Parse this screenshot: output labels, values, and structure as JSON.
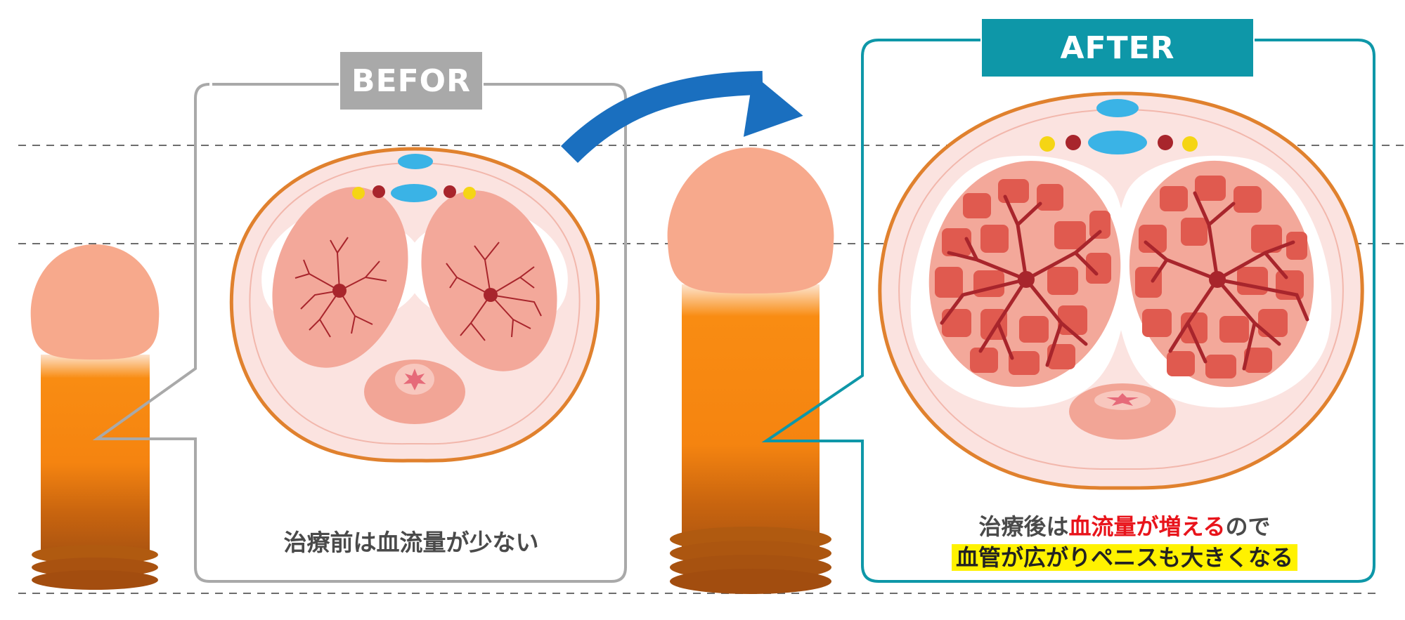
{
  "before": {
    "label": "BEFOR",
    "caption": "治療前は血流量が少ない"
  },
  "after": {
    "label": "AFTER",
    "caption_part1": "治療後は",
    "caption_part2_red": "血流量が増える",
    "caption_part3": "ので",
    "caption_line2_highlight": "血管が広がりペニスも大きくなる"
  },
  "colors": {
    "before_frame": "#a9a9a9",
    "after_frame": "#0e97a8",
    "arrow": "#1a6fbf",
    "skin": "#f7a98c",
    "shaft_orange": "#f78a12",
    "shaft_brown": "#b05a10",
    "outline_orange": "#e0812e",
    "tissue_pink": "#f2a596",
    "tissue_red": "#e05a4f",
    "vein_dark": "#a8252c",
    "blue_vessel": "#3ab3e6",
    "yellow_dot": "#f5d514",
    "highlight": "#fff200",
    "red_text": "#e8141b"
  }
}
